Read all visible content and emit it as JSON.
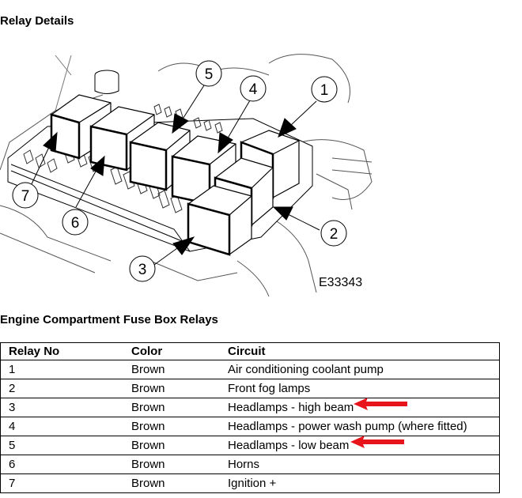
{
  "relay_details": {
    "heading": "Relay Details",
    "callouts": [
      "1",
      "2",
      "3",
      "4",
      "5",
      "6",
      "7"
    ],
    "figure_id": "E33343"
  },
  "fuse_box": {
    "heading": "Engine Compartment Fuse Box Relays",
    "columns": [
      "Relay No",
      "Color",
      "Circuit"
    ],
    "rows": [
      {
        "no": "1",
        "color": "Brown",
        "circuit": "Air conditioning coolant pump"
      },
      {
        "no": "2",
        "color": "Brown",
        "circuit": "Front fog lamps"
      },
      {
        "no": "3",
        "color": "Brown",
        "circuit": "Headlamps - high beam"
      },
      {
        "no": "4",
        "color": "Brown",
        "circuit": "Headlamps - power wash pump (where fitted)"
      },
      {
        "no": "5",
        "color": "Brown",
        "circuit": "Headlamps - low beam"
      },
      {
        "no": "6",
        "color": "Brown",
        "circuit": "Horns"
      },
      {
        "no": "7",
        "color": "Brown",
        "circuit": "Ignition +"
      }
    ],
    "highlighted_rows": [
      "3",
      "5"
    ],
    "highlight_color": "#e8141b"
  }
}
